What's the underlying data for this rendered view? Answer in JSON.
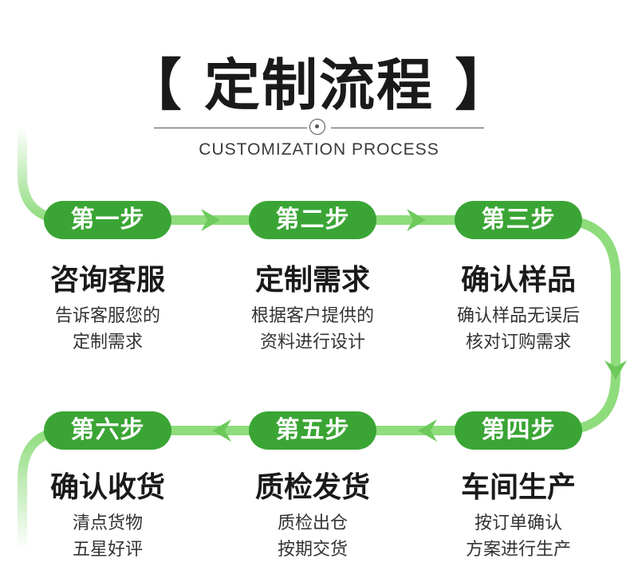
{
  "header": {
    "title": "【 定制流程 】",
    "subtitle": "CUSTOMIZATION PROCESS"
  },
  "colors": {
    "accent": "#3aa534",
    "track": "#8fdc7d",
    "arrow": "#6cc95a"
  },
  "steps": [
    {
      "badge": "第一步",
      "title": "咨询客服",
      "desc1": "告诉客服您的",
      "desc2": "定制需求"
    },
    {
      "badge": "第二步",
      "title": "定制需求",
      "desc1": "根据客户提供的",
      "desc2": "资料进行设计"
    },
    {
      "badge": "第三步",
      "title": "确认样品",
      "desc1": "确认样品无误后",
      "desc2": "核对订购需求"
    },
    {
      "badge": "第四步",
      "title": "车间生产",
      "desc1": "按订单确认",
      "desc2": "方案进行生产"
    },
    {
      "badge": "第五步",
      "title": "质检发货",
      "desc1": "质检出仓",
      "desc2": "按期交货"
    },
    {
      "badge": "第六步",
      "title": "确认收货",
      "desc1": "清点货物",
      "desc2": "五星好评"
    }
  ]
}
